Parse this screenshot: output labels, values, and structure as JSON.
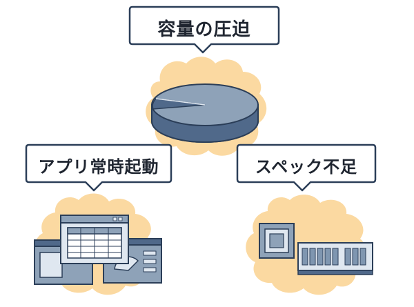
{
  "labels": {
    "top": "容量の圧迫",
    "left": "アプリ常時起動",
    "right": "スペック不足"
  },
  "colors": {
    "blob": "#fbd9a1",
    "bubble_fill": "#ffffff",
    "bubble_border": "#2b3e58",
    "pie_top": "#8ea2b8",
    "pie_side": "#50698a",
    "pie_outline": "#2b3e58",
    "window_fill": "#8ea2b8",
    "window_light": "#dfe7f0",
    "chip_fill": "#8ea2b8",
    "ram_board": "#dfe7f0",
    "ram_chip": "#7f96b0"
  },
  "icons": {
    "top": "pie-chart-icon",
    "left": "app-windows-icon",
    "right": "cpu-and-memory-icon"
  }
}
